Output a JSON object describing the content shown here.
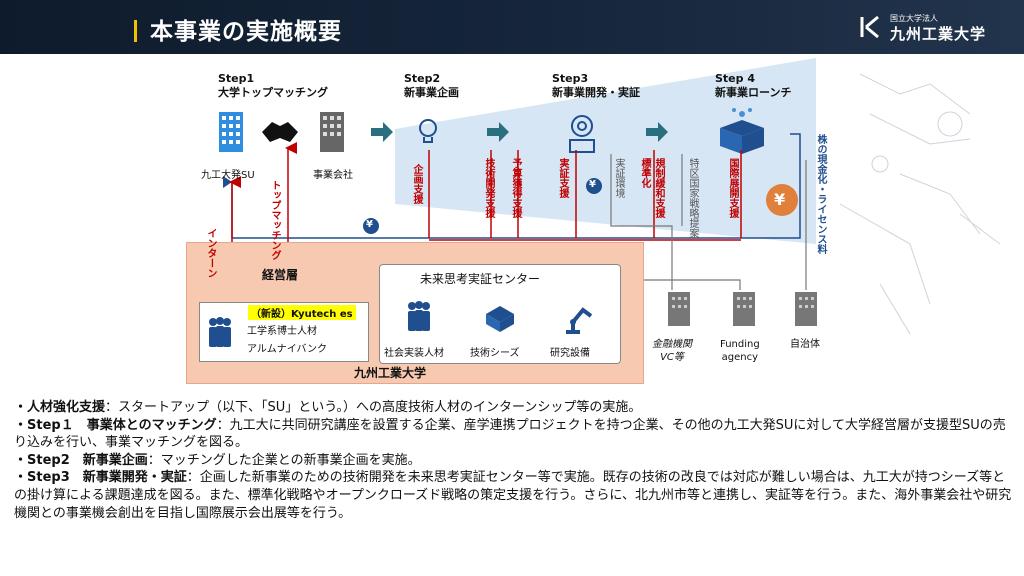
{
  "header": {
    "title": "本事業の実施概要",
    "logo_small": "国立大学法人",
    "logo_main": "九州工業大学"
  },
  "steps": [
    {
      "id": "Step1",
      "title": "大学トップマッチング"
    },
    {
      "id": "Step2",
      "title": "新事業企画"
    },
    {
      "id": "Step3",
      "title": "新事業開発・実証"
    },
    {
      "id": "Step 4",
      "title": "新事業ローンチ"
    }
  ],
  "entities": {
    "kyutech_su": "九工大発SU",
    "company": "事業会社",
    "univ": "九州工業大学",
    "management": "経営層",
    "kyutech_es": "（新設）Kyutech es",
    "engineers": "工学系博士人材",
    "alumni": "アルムナイバンク",
    "center": "未来思考実証センター",
    "social": "社会実装人材",
    "seeds": "技術シーズ",
    "equipment": "研究設備",
    "finance": "金融機関\nVC等",
    "funding": "Funding\nagency",
    "municipality": "自治体"
  },
  "supports": {
    "intern": "インターン",
    "top_matching": "トップマッチング",
    "plan": "企画支援",
    "tech_dev": "技術開発支援",
    "budget": "予算獲得支援",
    "verify": "実証支援",
    "verify_env": "実証環境",
    "standard": "標準化",
    "regulation": "規制緩和支援",
    "special_zone": "特区国家戦略提案",
    "intl_expo": "国際展開支援",
    "yen": "¥",
    "royalty": "株の現金化・ライセンス料"
  },
  "body": [
    {
      "bold": "・人材強化支援",
      "text": "：スタートアップ（以下、「SU」という。）への高度技術人材のインターンシップ等の実施。"
    },
    {
      "bold": "・Step１　事業体とのマッチング",
      "text": "：九工大に共同研究講座を設置する企業、産学連携プロジェクトを持つ企業、その他の九工大発SUに対して大学経営層が支援型SUの売り込みを行い、事業マッチングを図る。"
    },
    {
      "bold": "・Step2　新事業企画",
      "text": "：マッチングした企業との新事業企画を実施。"
    },
    {
      "bold": "・Step3　新事業開発・実証",
      "text": "：企画した新事業のための技術開発を未来思考実証センター等で実施。既存の技術の改良では対応が難しい場合は、九工大が持つシーズ等との掛け算による課題達成を図る。また、標準化戦略やオープンクローズド戦略の策定支援を行う。さらに、北九州市等と連携し、実証等を行う。また、海外事業会社や研究機関との事業機会創出を目指し国際展示会出展等を行う。"
    }
  ],
  "colors": {
    "accent": "#f2c200",
    "red": "#c00000",
    "navy": "#1f4f8f",
    "teal": "#2a6f7f",
    "coin": "#e0803a"
  }
}
